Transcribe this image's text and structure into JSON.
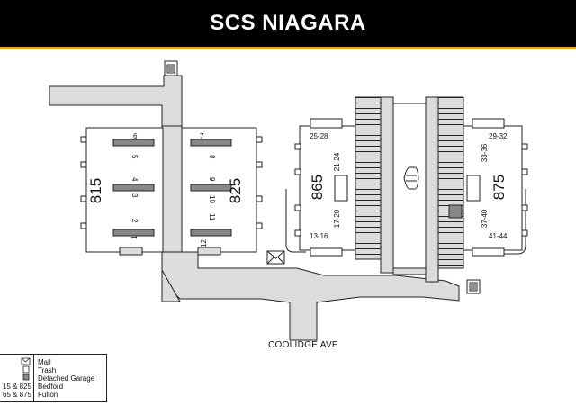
{
  "header": {
    "title": "SCS NIAGARA"
  },
  "buildings": {
    "b815": "815",
    "b825": "825",
    "b865": "865",
    "b875": "875"
  },
  "units": {
    "u1": "1",
    "u2": "2",
    "u3": "3",
    "u4": "4",
    "u5": "5",
    "u6": "6",
    "u7": "7",
    "u8": "8",
    "u9": "9",
    "u10": "10",
    "u11": "11",
    "u12": "12",
    "u13": "13-16",
    "u17": "17-20",
    "u21": "21-24",
    "u25": "25-28",
    "u29": "29-32",
    "u33": "33-36",
    "u37": "37-40",
    "u41": "41-44"
  },
  "street": {
    "name": "COOLIDGE AVE"
  },
  "legend": {
    "items": [
      {
        "key": "",
        "label": "Mail",
        "icon": "mail-icon"
      },
      {
        "key": "",
        "label": "Trash",
        "icon": "trash-icon"
      },
      {
        "key": "",
        "label": "Detached Garage",
        "icon": "garage-icon"
      },
      {
        "key": "15 & 825",
        "label": "Bedford"
      },
      {
        "key": "65 & 875",
        "label": "Fulton"
      }
    ]
  },
  "colors": {
    "road": "#dcdcdc",
    "header_bg": "#000000",
    "header_rule": "#e8a317",
    "outline": "#222222"
  }
}
